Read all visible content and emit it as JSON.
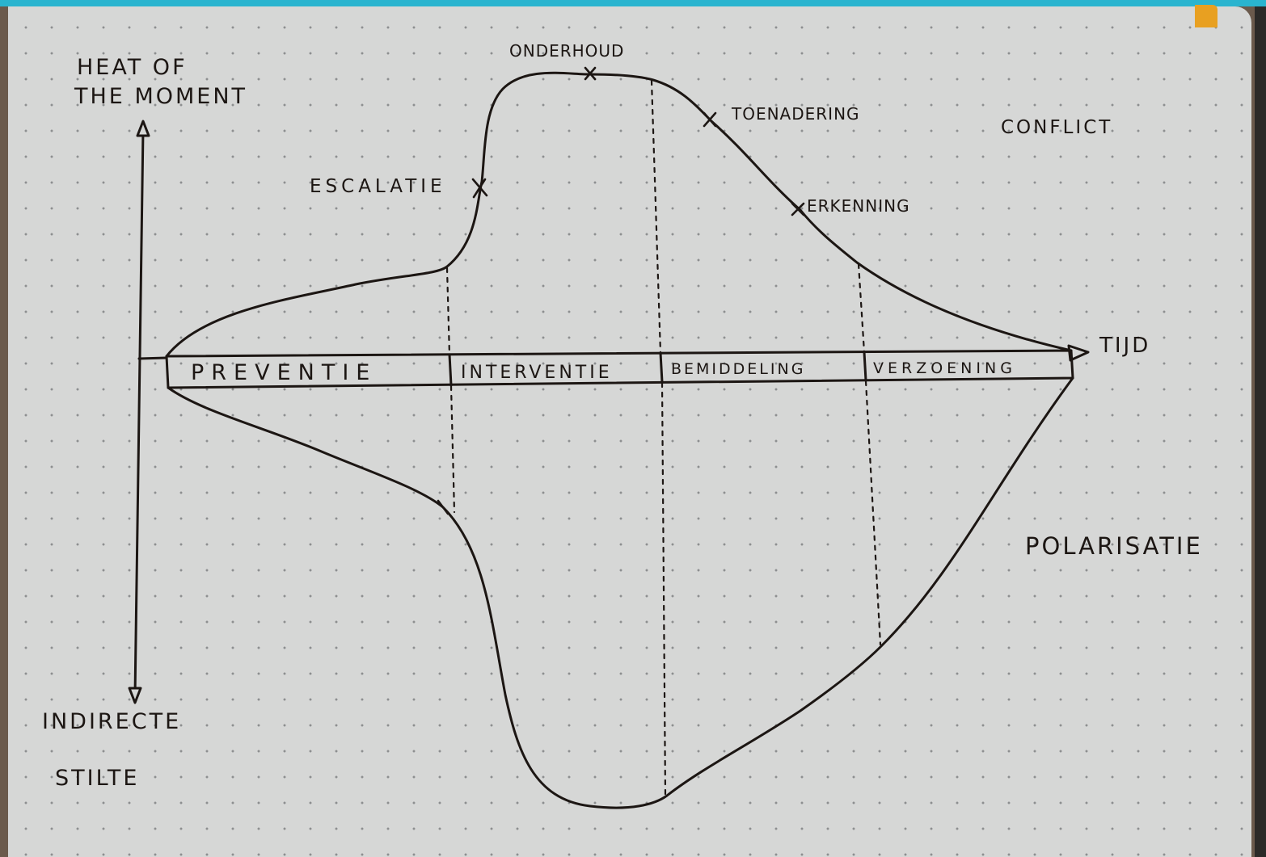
{
  "axes": {
    "y_top_label_line1": "HEAT OF",
    "y_top_label_line2": "THE MOMENT",
    "y_bottom_label_line1": "INDIRECTE",
    "y_bottom_label_line2": "STILTE",
    "x_label": "TIJD"
  },
  "phases": [
    {
      "label": "PREVENTIE"
    },
    {
      "label": "INTERVENTIE"
    },
    {
      "label": "BEMIDDELING"
    },
    {
      "label": "VERZOENING"
    }
  ],
  "markers": {
    "escalatie": "ESCALATIE",
    "onderhoud": "ONDERHOUD",
    "toenadering": "TOENADERING",
    "erkenning": "ERKENNING"
  },
  "regions": {
    "upper": "CONFLICT",
    "lower": "POLARISATIE"
  },
  "colors": {
    "ink": "#1c1613",
    "paper": "#d6d7d6",
    "dots": "#8d8f90",
    "top_frame": "#2ab4cf",
    "tab_accent": "#e8a021"
  }
}
